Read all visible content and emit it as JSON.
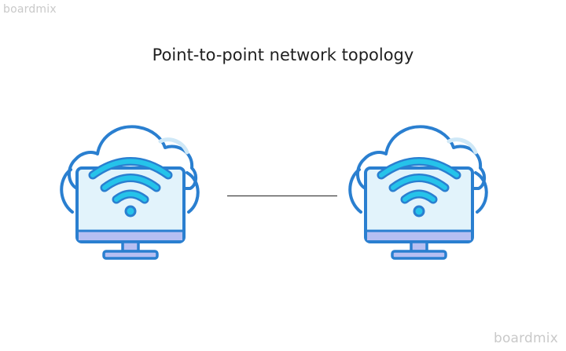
{
  "title": "Point-to-point network topology",
  "watermarks": {
    "top_left": "boardmix",
    "bottom_right": "boardmix"
  },
  "nodes": [
    {
      "icon": "cloud-wifi-monitor-icon"
    },
    {
      "icon": "cloud-wifi-monitor-icon"
    }
  ],
  "link": {
    "type": "point-to-point"
  },
  "colors": {
    "outline": "#2a7fd0",
    "cloud_fill": "#ffffff",
    "screen_fill": "#e2f3fb",
    "wifi": "#25c3ea",
    "bezel": "#b6bff2",
    "line": "#222222"
  }
}
